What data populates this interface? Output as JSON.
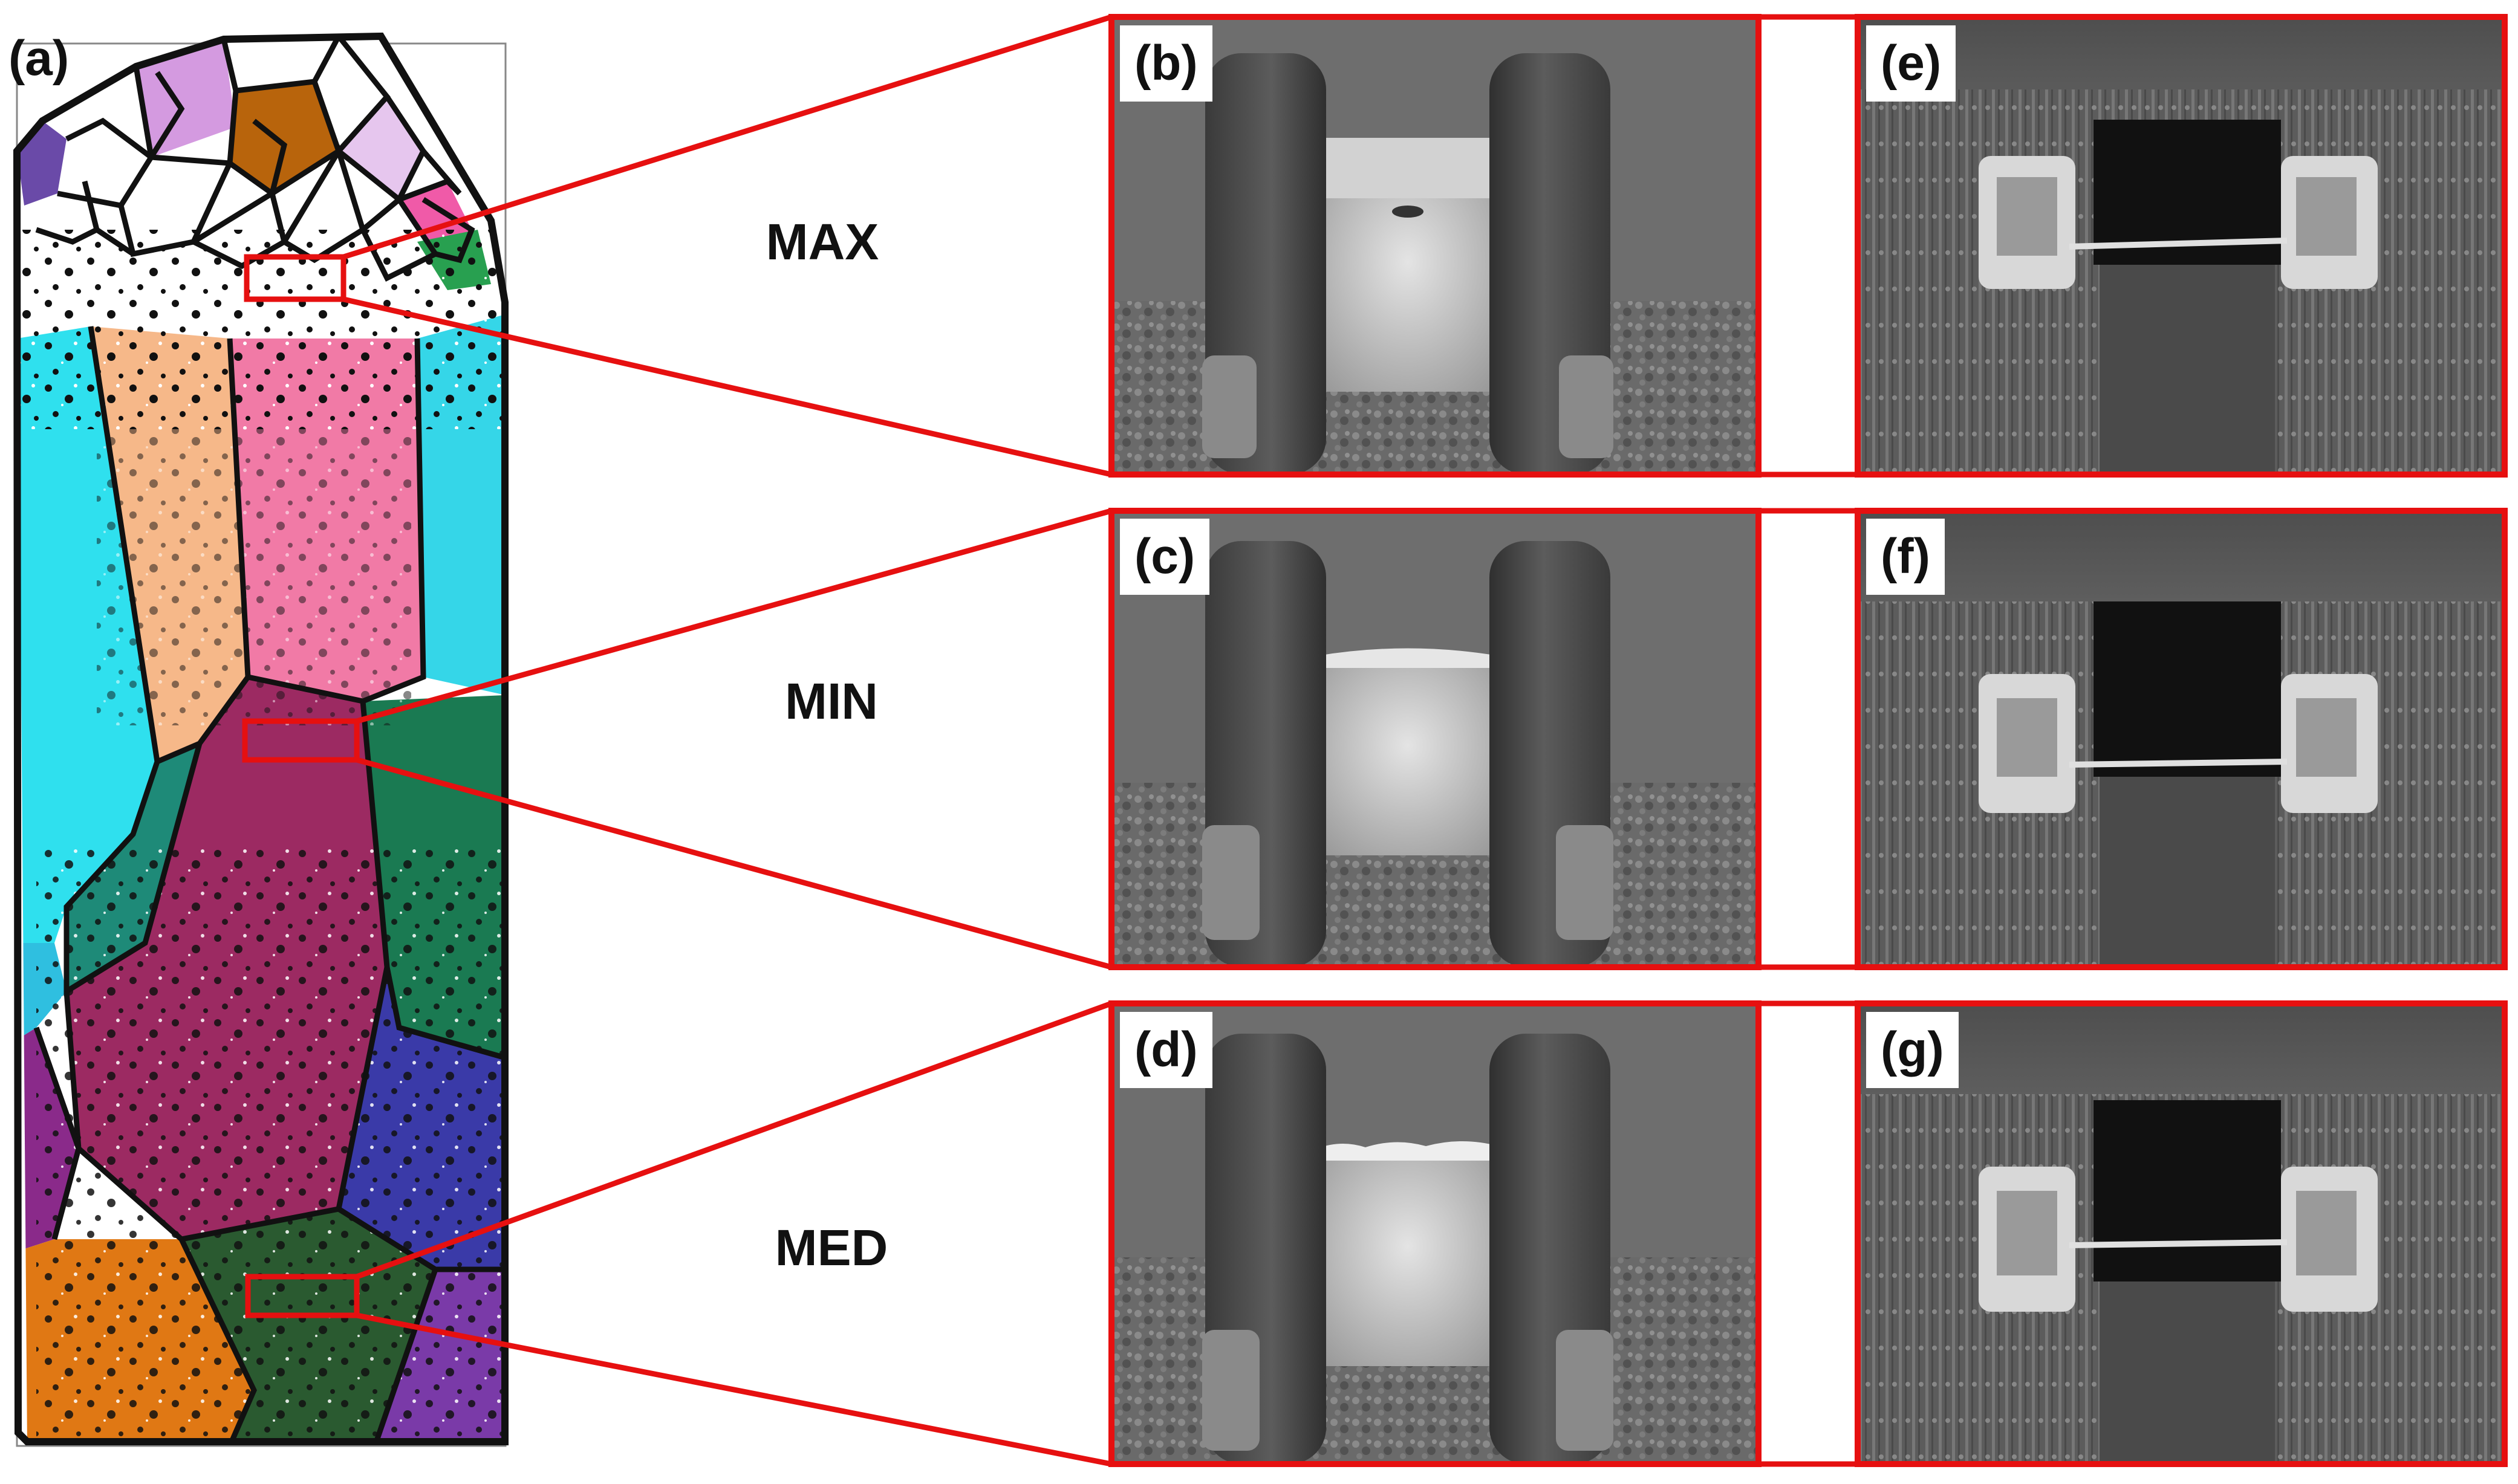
{
  "figure": {
    "panels": {
      "a": "(a)",
      "b": "(b)",
      "c": "(c)",
      "d": "(d)",
      "e": "(e)",
      "f": "(f)",
      "g": "(g)"
    },
    "rows": [
      {
        "label": "MAX",
        "sem_pillar": "b",
        "sem_wire": "e"
      },
      {
        "label": "MIN",
        "sem_pillar": "c",
        "sem_wire": "f"
      },
      {
        "label": "MED",
        "sem_pillar": "d",
        "sem_wire": "g"
      }
    ],
    "colors": {
      "callout_red": "#e61010",
      "grain_boundary": "#111111",
      "sem_background": "#6e6e6e",
      "sem_pillar": "#4a4a4a",
      "sem_specimen": "#d8d8d8",
      "grain_colors": [
        "#2fe0ee",
        "#f6b889",
        "#f17aa6",
        "#9c2a62",
        "#1e8a78",
        "#e07814",
        "#c98ad8",
        "#6a2a8a"
      ]
    }
  }
}
